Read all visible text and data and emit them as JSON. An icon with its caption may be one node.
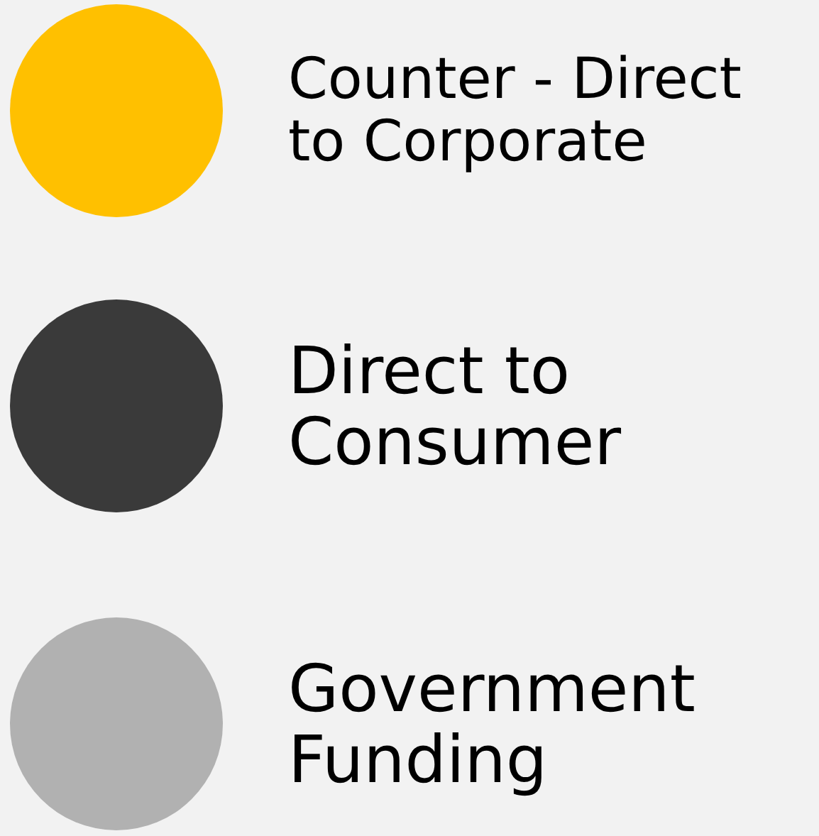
{
  "diagram": {
    "legend": [
      {
        "text": "Counter - Direct to Corporate",
        "color": "#ffc000"
      },
      {
        "text": "Direct to Consumer",
        "color": "#3a3a3a"
      },
      {
        "text": "Government Funding",
        "color": "#b1b1b1"
      }
    ]
  }
}
